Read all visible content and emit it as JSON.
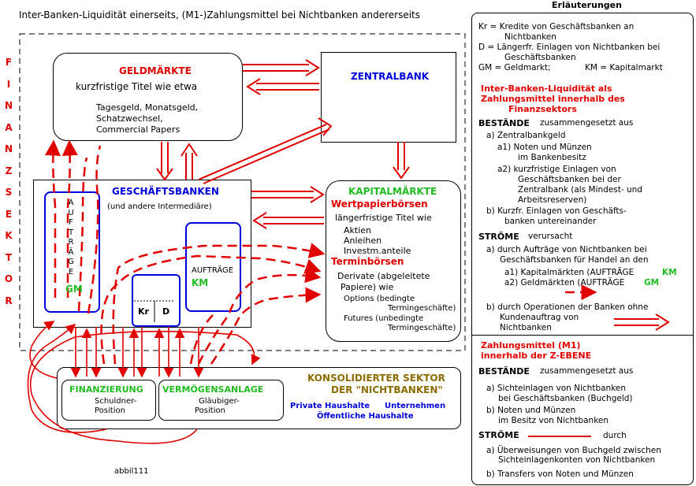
{
  "title": "Inter-Banken-Liquidität einerseits, (M1-)Zahlungsmittel bei Nichtbanken andererseits",
  "finanzsektor_letters": [
    "F",
    "I",
    "N",
    "A",
    "N",
    "Z",
    "S",
    "E",
    "K",
    "T",
    "O",
    "R"
  ],
  "geldmaerkte": {
    "heading": "GELDMÄRKTE",
    "sub": "kurzfristige Titel wie etwa",
    "items": [
      "Tagesgeld, Monatsgeld,",
      "Schatzwechsel,",
      "Commercial Papers"
    ]
  },
  "zentralbank": {
    "heading": "ZENTRALBANK"
  },
  "geschaeftsbanken": {
    "heading": "GESCHÄFTSBANKEN",
    "sub": "(und andere Intermediäre)",
    "auftraege_gm_letters": [
      "A",
      "U",
      "F",
      "T",
      "R",
      "Ä",
      "G",
      "E"
    ],
    "gm": "GM",
    "auftraege_km": "AUFTRÄGE",
    "km": "KM",
    "kr": "Kr",
    "d": "D"
  },
  "kapitalmaerkte": {
    "heading": "KAPITALMÄRKTE",
    "wertpapier": "Wertpapierbörsen",
    "line1": "längerfristige Titel wie",
    "items": [
      "Aktien",
      "Anleihen",
      "Investm.anteile"
    ],
    "termin": "Terminbörsen",
    "derivate": [
      "Derivate (abgeleitete",
      "Papiere)    wie",
      "Options (bedingte",
      "Termingeschäfte)",
      "Futures (unbedingte",
      "Termingeschäfte)"
    ]
  },
  "nichtbanken": {
    "heading1": "KONSOLIDIERTER SEKTOR",
    "heading2": "DER \"NICHTBANKEN\"",
    "line1a": "Private Haushalte",
    "line1b": "Unternehmen",
    "line2": "Öffentliche Haushalte",
    "finanzierung": "FINANZIERUNG",
    "finanzierung_sub": [
      "Schuldner-",
      "Position"
    ],
    "vermoegen": "VERMÖGENSANLAGE",
    "vermoegen_sub": [
      "Gläubiger-",
      "Position"
    ]
  },
  "footer_id": "abbil111",
  "legend": {
    "title": "Erläuterungen",
    "kr": [
      "Kr = Kredite von Geschäftsbanken an",
      "Nichtbanken"
    ],
    "d": [
      "D = Längerfr.  Einlagen von Nichtbanken bei",
      "Geschäftsbanken"
    ],
    "gm": "GM = Geldmarkt;",
    "km": "KM = Kapitalmarkt",
    "ibl_heading": [
      "Inter-Banken-Liquidität als",
      "Zahlungsmittel innerhalb des",
      "Finanzsektors"
    ],
    "bestaende": "BESTÄNDE",
    "bestaende_rest": "zusammengesetzt aus",
    "a": "a) Zentralbankgeld",
    "a1": [
      "a1) Noten und Münzen",
      "im Bankenbesitz"
    ],
    "a2": [
      "a2) kurzfristige Einlagen von",
      "Geschäftsbanken bei der",
      "Zentralbank (als Mindest- und",
      "Arbeitsreserven)"
    ],
    "b": [
      "b)  Kurzfr. Einlagen von Geschäfts-",
      "banken untereinander"
    ],
    "stroeme": "STRÖME",
    "stroeme_rest": "verursacht",
    "sa": [
      "a) durch Aufträge von Nichtbanken bei",
      "Geschäftsbanken für Handel an den"
    ],
    "sa1": "a1) Kapitalmärkten (AUFTRÄGE",
    "sa1_km": "KM",
    "sa2": "a2) Geldmärkten (AUFTRÄGE",
    "sa2_gm": "GM",
    "sb": [
      "b) durch Operationen der Banken ohne",
      "Kundenauftrag von",
      "Nichtbanken"
    ],
    "m1_heading": [
      "Zahlungsmittel (M1)",
      "innerhalb der Z-EBENE"
    ],
    "bestaende2": "BESTÄNDE",
    "bestaende2_rest": "zusammengesetzt aus",
    "ma": [
      "a) Sichteinlagen von Nichtbanken",
      "bei Geschäftsbanken (Buchgeld)"
    ],
    "mb": [
      "b) Noten und Münzen",
      "im Besitz von Nichtbanken"
    ],
    "stroeme2": "STRÖME",
    "stroeme2_rest": "durch",
    "msa": [
      "a) Überweisungen von Buchgeld zwischen",
      "Sichteinlagenkonten von Nichtbanken"
    ],
    "msb": "b) Transfers von Noten und Münzen"
  }
}
